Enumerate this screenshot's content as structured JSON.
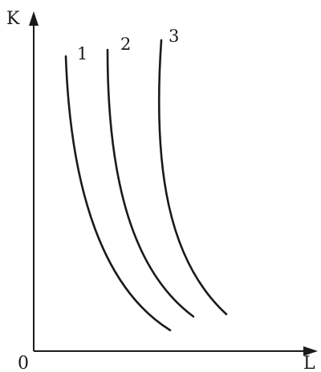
{
  "axes": {
    "y_label": "K",
    "x_label": "L",
    "origin_label": "0"
  },
  "curves": [
    {
      "label": "1"
    },
    {
      "label": "2"
    },
    {
      "label": "3"
    }
  ],
  "colors": {
    "ink": "#1a1a1a",
    "background": "#ffffff"
  }
}
